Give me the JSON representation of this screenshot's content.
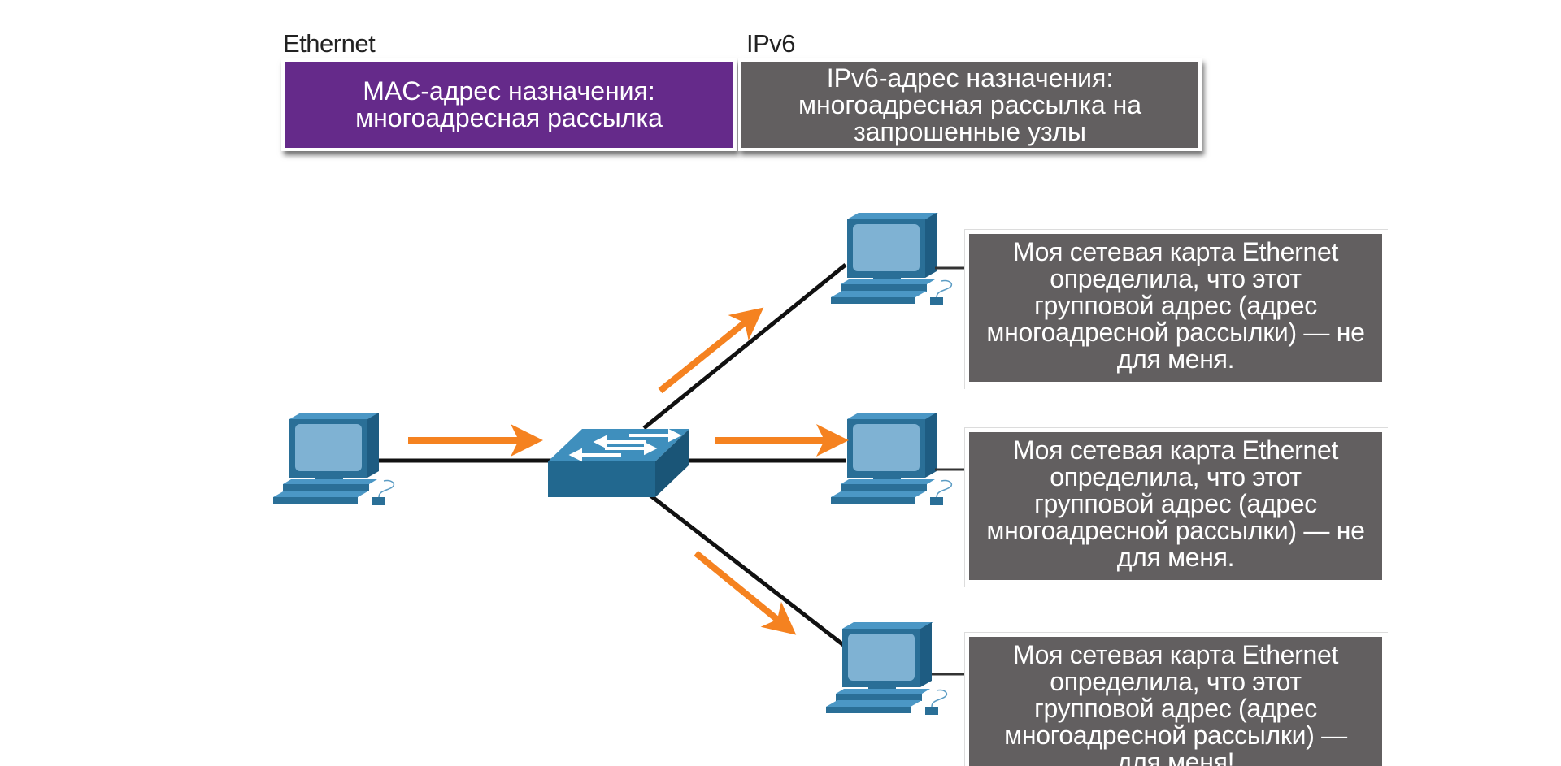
{
  "header": {
    "ethernet_label": "Ethernet",
    "ipv6_label": "IPv6",
    "ethernet_box": {
      "lines": [
        "MAC-адрес назначения:",
        "многоадресная рассылка"
      ],
      "color": "#652a8a"
    },
    "ipv6_box": {
      "lines": [
        "IPv6-адрес назначения:",
        "многоадресная рассылка на",
        "запрошенные узлы"
      ],
      "color": "#625f60"
    }
  },
  "devices": {
    "sender": "pc-icon",
    "switch": "switch-icon",
    "receivers": [
      "pc-icon",
      "pc-icon",
      "pc-icon"
    ],
    "device_color": "#2a6f97",
    "link_color": "#111111",
    "arrow_color": "#f58220"
  },
  "messages": [
    {
      "lines": [
        "Моя сетевая карта Ethernet",
        "определила, что этот",
        "групповой адрес (адрес",
        "многоадресной рассылки) — не",
        "для меня."
      ]
    },
    {
      "lines": [
        "Моя сетевая карта Ethernet",
        "определила, что этот",
        "групповой адрес (адрес",
        "многоадресной рассылки) — не",
        "для меня."
      ]
    },
    {
      "lines": [
        "Моя сетевая карта Ethernet",
        "определила, что этот",
        "групповой адрес (адрес",
        "многоадресной рассылки) —",
        "для меня!"
      ]
    }
  ]
}
